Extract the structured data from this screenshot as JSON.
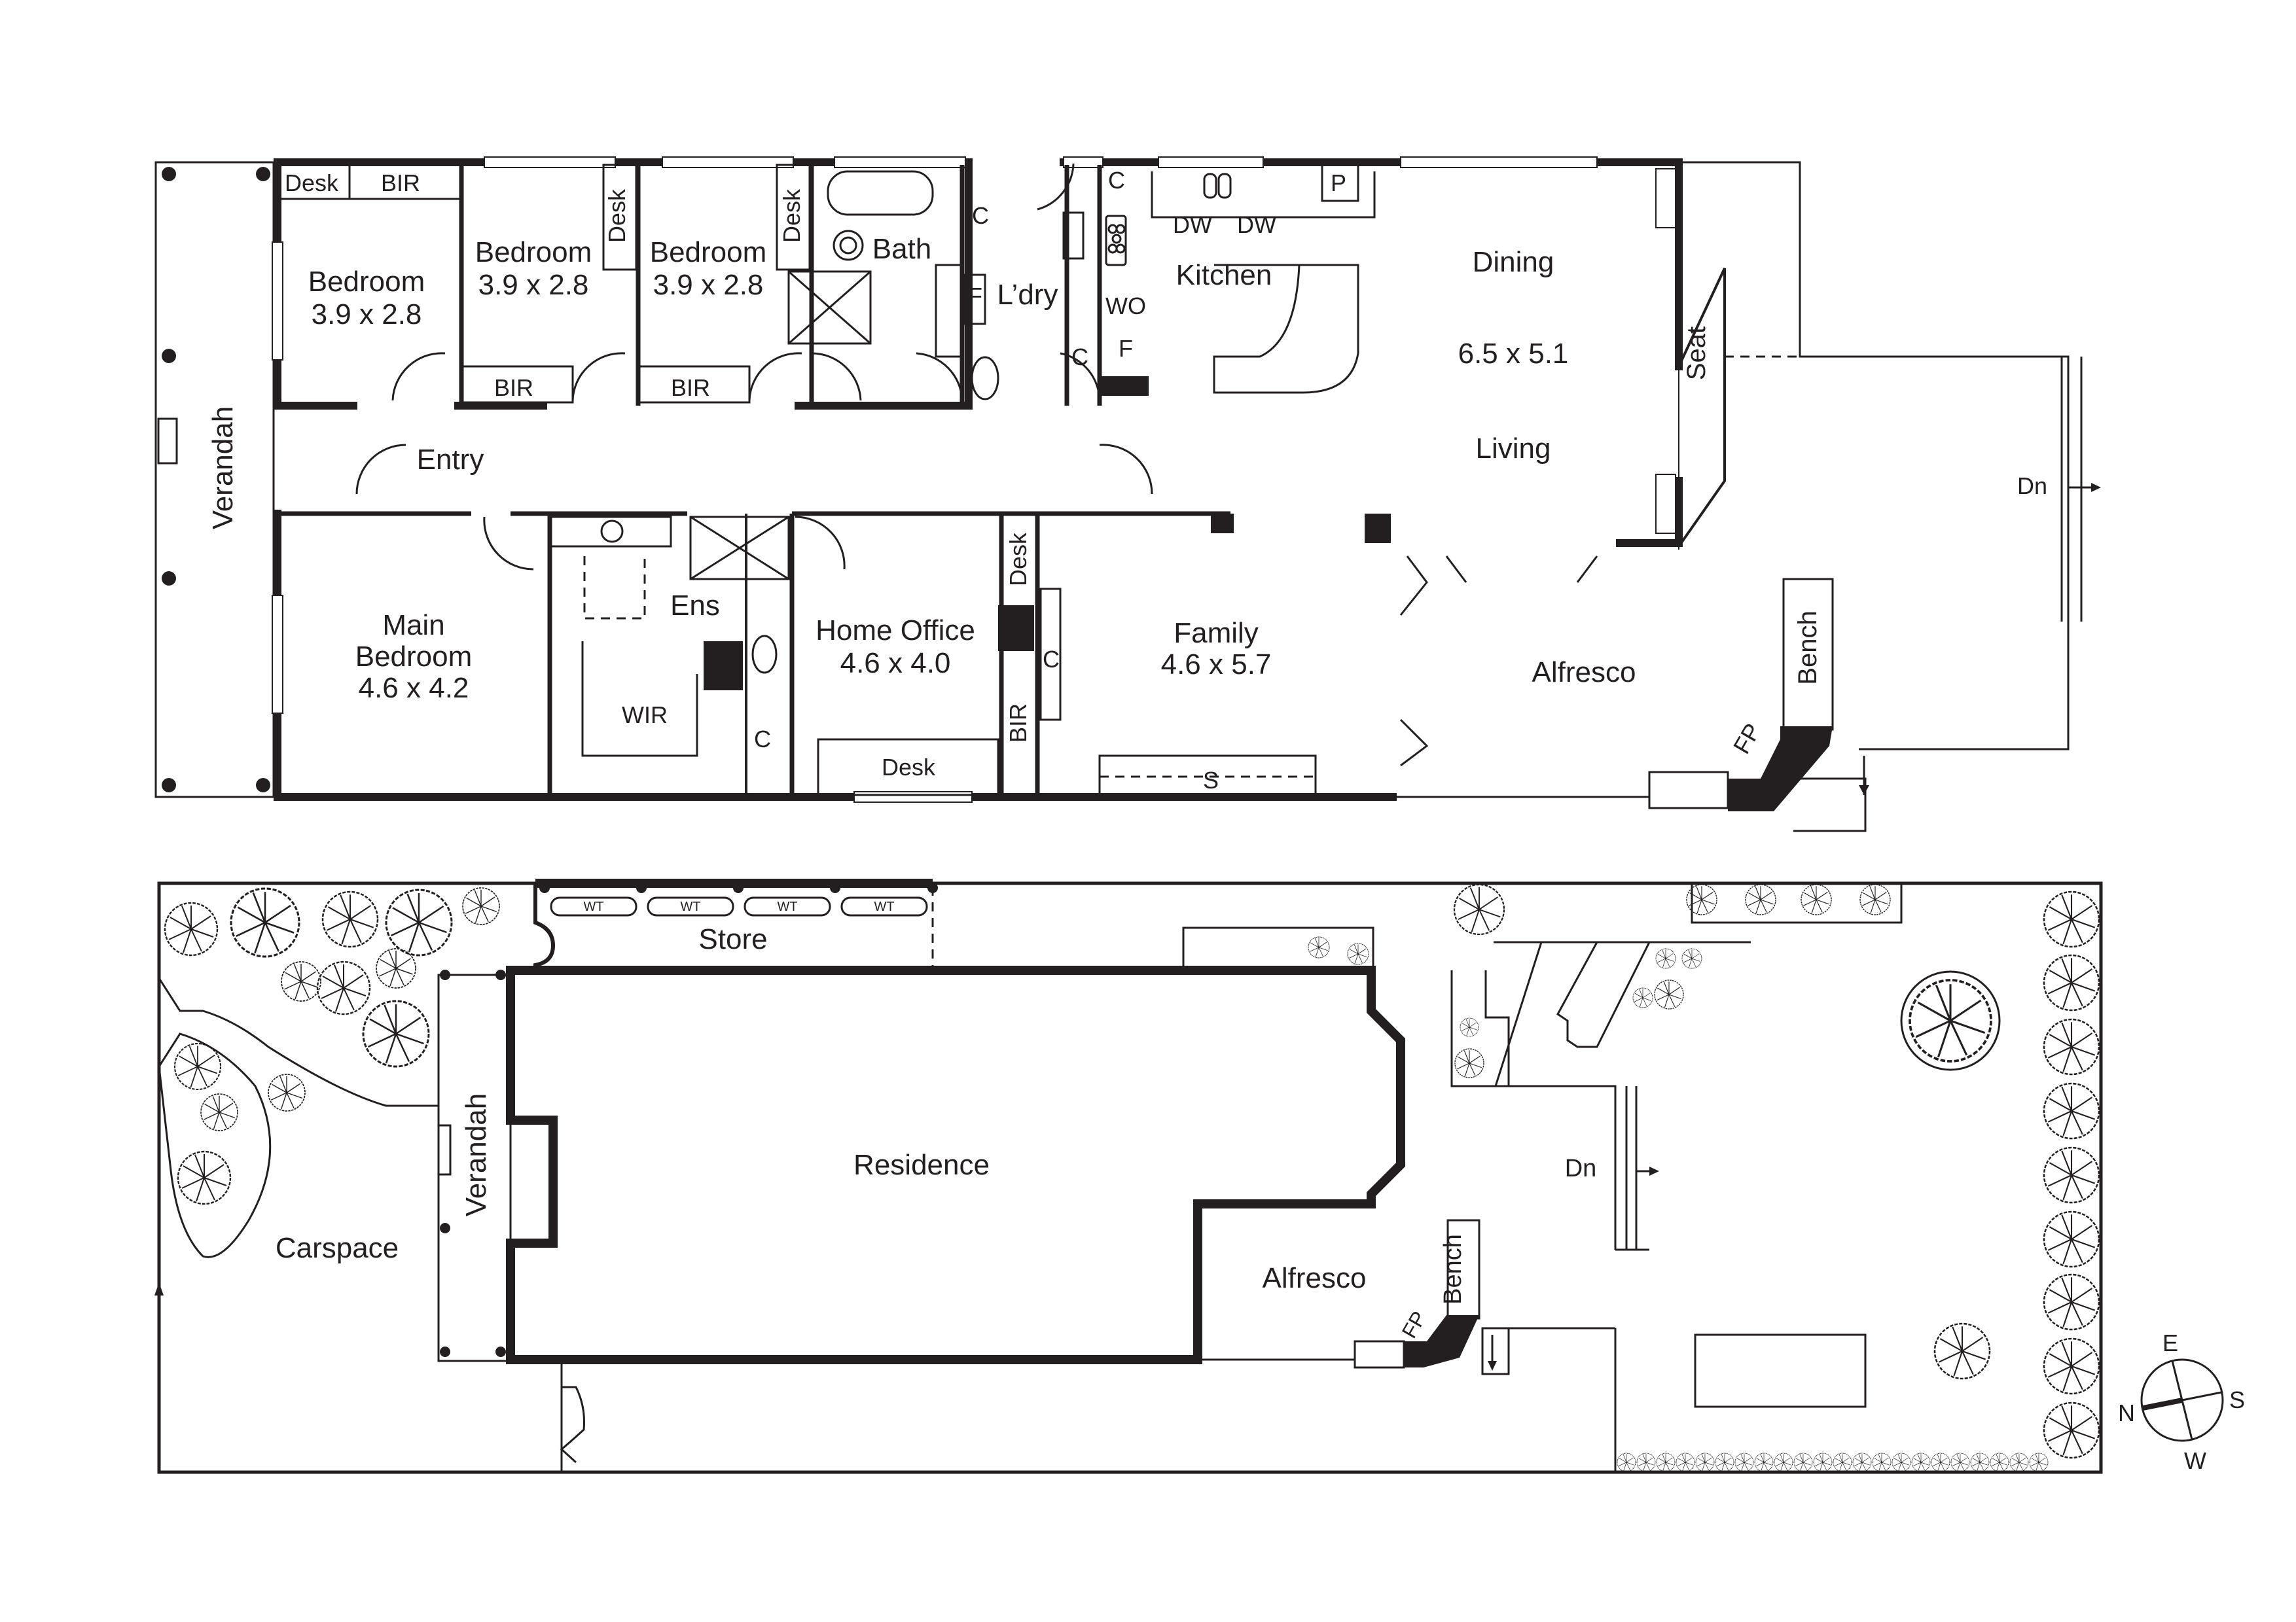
{
  "floor_plan": {
    "rooms": [
      {
        "id": "bedroom1",
        "name": "Bedroom",
        "size": "3.9 x 2.8"
      },
      {
        "id": "bedroom2",
        "name": "Bedroom",
        "size": "3.9 x 2.8"
      },
      {
        "id": "bedroom3",
        "name": "Bedroom",
        "size": "3.9 x 2.8"
      },
      {
        "id": "bath",
        "name": "Bath"
      },
      {
        "id": "laundry",
        "name": "L’dry"
      },
      {
        "id": "kitchen",
        "name": "Kitchen"
      },
      {
        "id": "dining",
        "name": "Dining",
        "size": "6.5 x 5.1"
      },
      {
        "id": "living",
        "name": "Living"
      },
      {
        "id": "entry",
        "name": "Entry"
      },
      {
        "id": "verandah",
        "name": "Verandah"
      },
      {
        "id": "main_bedroom",
        "name_line1": "Main",
        "name_line2": "Bedroom",
        "size": "4.6 x 4.2"
      },
      {
        "id": "ensuite",
        "name": "Ens"
      },
      {
        "id": "wir",
        "name": "WIR"
      },
      {
        "id": "home_office",
        "name": "Home Office",
        "size": "4.6 x 4.0"
      },
      {
        "id": "family",
        "name": "Family",
        "size": "4.6 x 5.7"
      },
      {
        "id": "alfresco",
        "name": "Alfresco"
      }
    ],
    "fixtures": {
      "desk": "Desk",
      "bir": "BIR",
      "cupboard": "C",
      "fridge": "F",
      "wall_oven": "WO",
      "pantry": "P",
      "dishwasher": "DW",
      "shelf": "S",
      "seat": "Seat",
      "bench": "Bench",
      "fireplace": "FP",
      "stairs_down": "Dn"
    }
  },
  "site_plan": {
    "labels": {
      "store": "Store",
      "water_tank": "WT",
      "residence": "Residence",
      "verandah": "Verandah",
      "carspace": "Carspace",
      "alfresco": "Alfresco",
      "bench": "Bench",
      "fireplace": "FP",
      "stairs_down": "Dn"
    }
  },
  "compass": {
    "north": "N",
    "east": "E",
    "south": "S",
    "west": "W"
  },
  "colors": {
    "ink": "#231f20",
    "background": "#ffffff"
  }
}
